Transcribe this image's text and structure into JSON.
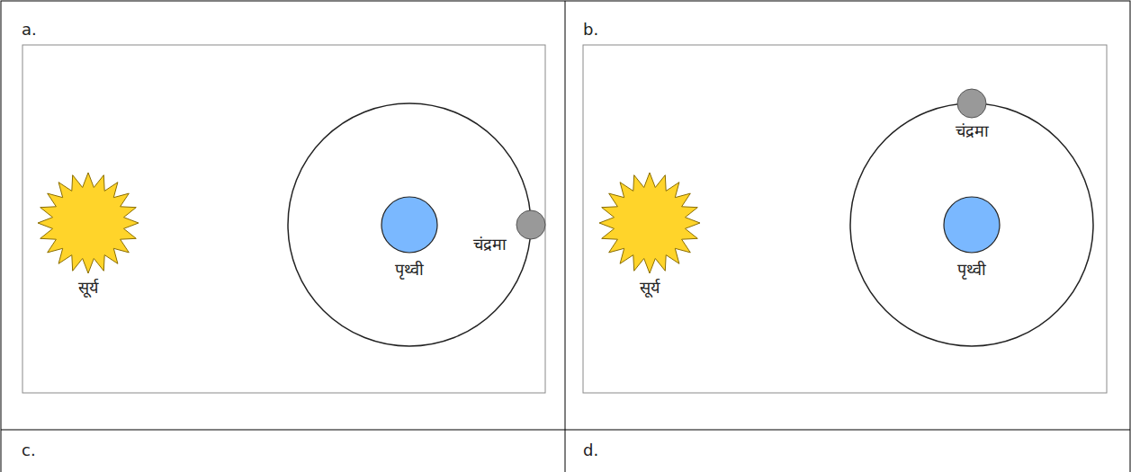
{
  "diagram": {
    "labels": [
      "a.",
      "सूर्य",
      "पृथ्वी",
      "चंद्रमा",
      "b.",
      "सूर्य",
      "पृथ्वी",
      "चंद्रमा",
      "c.",
      "d."
    ]
  }
}
